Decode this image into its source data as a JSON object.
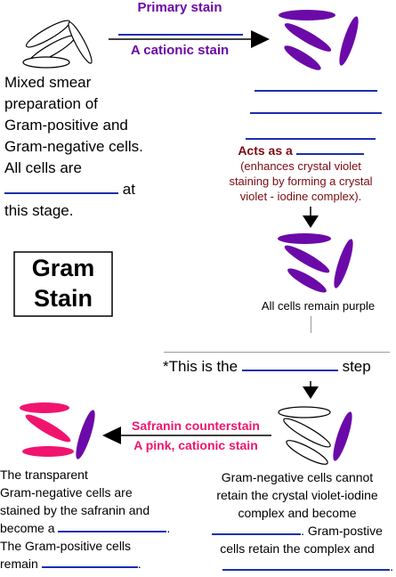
{
  "step1": {
    "primary_stain": "Primary stain",
    "cationic": "A cationic stain",
    "smear_lines": [
      "Mixed smear",
      "preparation of",
      "Gram-positive and",
      "Gram-negative cells.",
      "All cells are"
    ],
    "at": "at",
    "stage": "this stage."
  },
  "mordant": {
    "acts_as": "Acts as a",
    "desc": [
      "(enhances crystal violet",
      "staining by forming a crystal",
      "violet - iodine complex)."
    ]
  },
  "remain_purple": "All cells remain purple",
  "step_text": "*This is the",
  "step_word": "step",
  "title": {
    "line1": "Gram",
    "line2": "Stain"
  },
  "safranin": {
    "counterstain": "Safranin counterstain",
    "pink": "A pink, cationic stain"
  },
  "left_text": {
    "lines": [
      "The transparent",
      "Gram-negative cells are",
      "stained by the safranin and"
    ],
    "become": "become a",
    "positive": "The Gram-positive cells",
    "remain": "remain"
  },
  "right_text": {
    "l1": "Gram-negative cells cannot",
    "l2": "retain the crystal violet-iodine",
    "l3": "complex and become",
    "l4b": "Gram-postive",
    "l5": "cells retain the complex and"
  },
  "colors": {
    "purple": "#6b0aa8",
    "pink": "#f0146e",
    "blue": "#1a2fb0",
    "maroon": "#7a0a12"
  }
}
